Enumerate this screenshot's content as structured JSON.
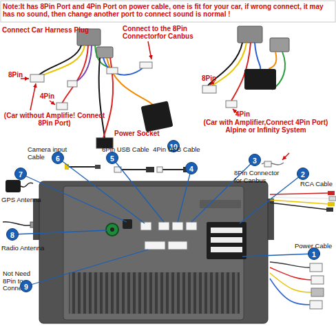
{
  "diagram": {
    "labels": [
      "Note:It has 8Pin Port and 4Pin Port on power cable, one is fit for your car, if wrong connect, it may has no sound, then change another port to connect sound is normal !",
      "Connect Car Harness Plug",
      "Connect to the 8Pin Connectorfor Canbus",
      "8Pin",
      "4Pin",
      "(Car without Amplifie! Connect 8Pin Port)",
      "Power Socket",
      "10",
      "8Pin",
      "4Pin",
      "(Car with Amplifier,Connect 4Pin Port) Alpine or Infinity System",
      "Camera input Cable",
      "6",
      "6Pin USB Cable",
      "5",
      "4Pin USB Cable",
      "4",
      "3",
      "8Pin Connector for Canbus",
      "2",
      "RCA Cable",
      "GPS Antenna",
      "7",
      "8",
      "Radio Antenna",
      "Power Cable",
      "1",
      "Not Need 8Pin to Connect",
      "9"
    ]
  }
}
